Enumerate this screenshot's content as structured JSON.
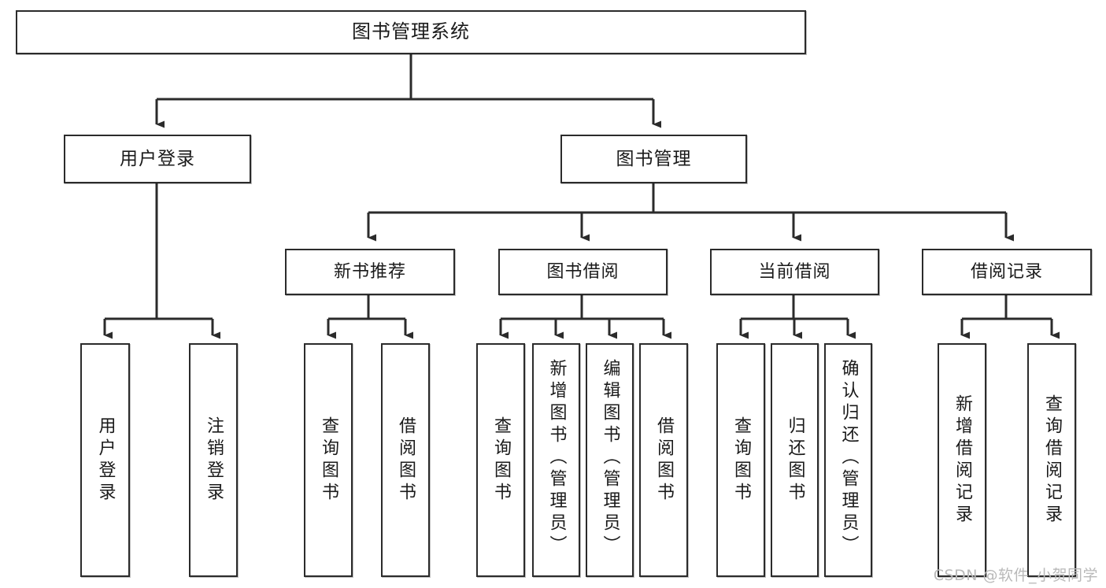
{
  "diagram": {
    "title": "图书管理系统",
    "type": "tree-hierarchy-diagram",
    "watermark": "CSDN @软件_小贺同学",
    "colors": {
      "stroke": "#2b2b2b",
      "fill": "#ffffff",
      "text": "#1a1a1a",
      "watermark": "#b9b9b9"
    },
    "root": {
      "id": "root",
      "label": "图书管理系统"
    },
    "level2": [
      {
        "id": "user-login",
        "label": "用户登录"
      },
      {
        "id": "book-manage",
        "label": "图书管理"
      }
    ],
    "level3": [
      {
        "id": "new-book-recommend",
        "label": "新书推荐",
        "parent": "book-manage"
      },
      {
        "id": "book-borrow",
        "label": "图书借阅",
        "parent": "book-manage"
      },
      {
        "id": "current-borrow",
        "label": "当前借阅",
        "parent": "book-manage"
      },
      {
        "id": "borrow-record",
        "label": "借阅记录",
        "parent": "book-manage"
      }
    ],
    "leaves": {
      "user-login": [
        {
          "id": "leaf-user-login",
          "label": "用户登录"
        },
        {
          "id": "leaf-user-logout",
          "label": "注销登录"
        }
      ],
      "new-book-recommend": [
        {
          "id": "leaf-query-book-1",
          "label": "查询图书"
        },
        {
          "id": "leaf-borrow-book-1",
          "label": "借阅图书"
        }
      ],
      "book-borrow": [
        {
          "id": "leaf-query-book-2",
          "label": "查询图书"
        },
        {
          "id": "leaf-add-book",
          "label": "新增图书（管理员）"
        },
        {
          "id": "leaf-edit-book",
          "label": "编辑图书（管理员）"
        },
        {
          "id": "leaf-borrow-book-2",
          "label": "借阅图书"
        }
      ],
      "current-borrow": [
        {
          "id": "leaf-query-book-3",
          "label": "查询图书"
        },
        {
          "id": "leaf-return-book",
          "label": "归还图书"
        },
        {
          "id": "leaf-confirm-return",
          "label": "确认归还（管理员）"
        }
      ],
      "borrow-record": [
        {
          "id": "leaf-add-record",
          "label": "新增借阅记录"
        },
        {
          "id": "leaf-query-record",
          "label": "查询借阅记录"
        }
      ]
    }
  }
}
